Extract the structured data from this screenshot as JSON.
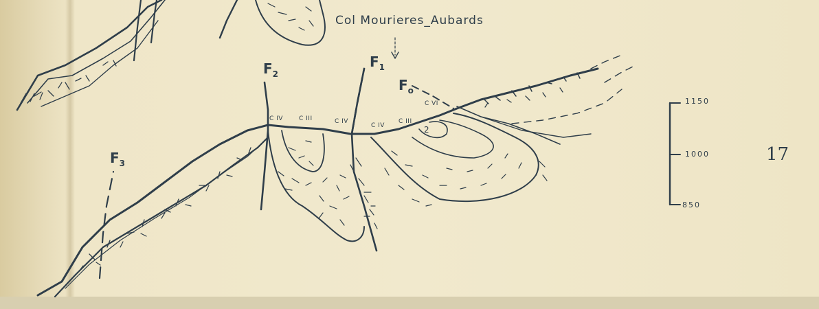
{
  "location_label": "Col Mourieres_Aubards",
  "faults": [
    {
      "id": "f3",
      "main": "F",
      "sub": "3"
    },
    {
      "id": "f2",
      "main": "F",
      "sub": "2"
    },
    {
      "id": "f1",
      "main": "F",
      "sub": "1"
    },
    {
      "id": "f0",
      "main": "F",
      "sub": "o"
    }
  ],
  "units": [
    "C IV",
    "C III",
    "C IV",
    "C IV",
    "C III",
    "C VI",
    "2"
  ],
  "scale": {
    "top": "1150",
    "mid": "1000",
    "bottom": "850"
  },
  "plate_number": "17",
  "colors": {
    "ink": "#2f3e4a",
    "paper": "#f1e9cd"
  }
}
